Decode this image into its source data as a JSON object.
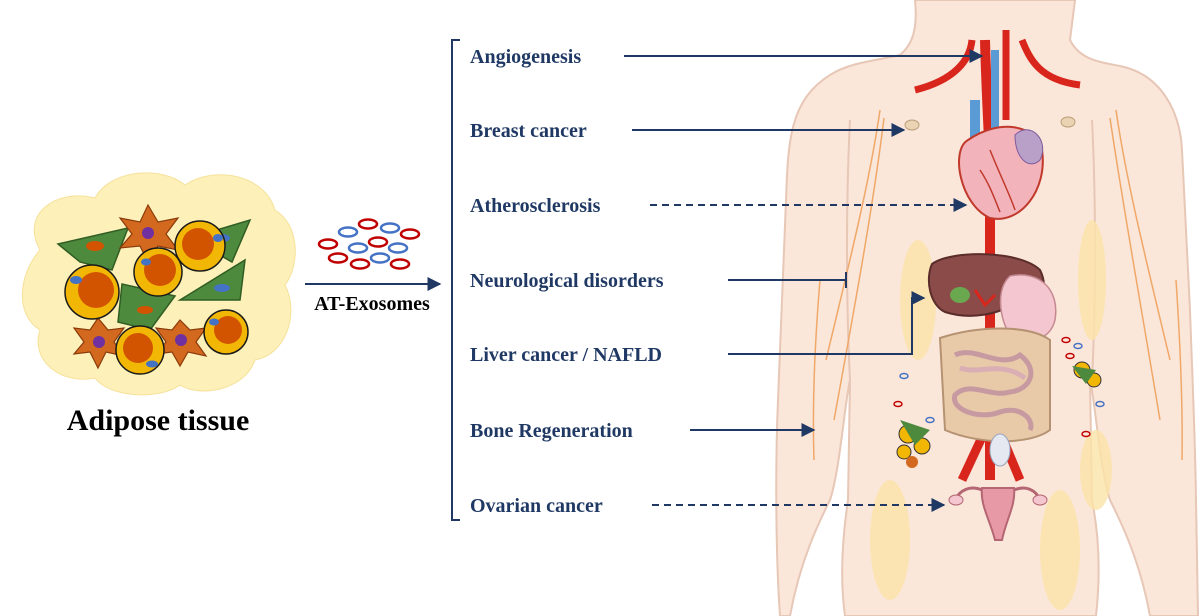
{
  "adipose": {
    "label": "Adipose tissue"
  },
  "transfer": {
    "label": "AT-Exosomes"
  },
  "effects": [
    {
      "label": "Angiogenesis",
      "line": "solid",
      "tip": "arrow",
      "target": "aorta-arch"
    },
    {
      "label": "Breast cancer",
      "line": "solid",
      "tip": "arrow",
      "target": "breast"
    },
    {
      "label": "Atherosclerosis",
      "line": "dashed",
      "tip": "arrow",
      "target": "heart-vessel"
    },
    {
      "label": "Neurological disorders",
      "line": "solid",
      "tip": "bar",
      "target": "arm-nerve"
    },
    {
      "label": "Liver cancer / NAFLD",
      "line": "solid",
      "tip": "arrow",
      "target": "liver"
    },
    {
      "label": "Bone Regeneration",
      "line": "solid",
      "tip": "arrow",
      "target": "forearm-bone"
    },
    {
      "label": "Ovarian cancer",
      "line": "dashed",
      "tip": "arrow",
      "target": "uterus-ovaries"
    }
  ],
  "colors": {
    "text": "#1f3864",
    "arrow": "#1f3864",
    "vessel_artery": "#d9261c",
    "vessel_vein": "#5b9bd5",
    "adipose_blob": "#fdf0b8",
    "adipocyte": "#f2b705",
    "adipocyte_nucleus": "#d35400",
    "stromal_green": "#4e8a3e",
    "stromal_orange": "#d2691e",
    "exosome_red": "#c00000",
    "exosome_blue": "#4472c4",
    "skin": "#fbe6da",
    "skin_outline": "#e7c7b6"
  },
  "icons": [
    "adipose-cluster-icon",
    "exosome-icon",
    "human-body-icon",
    "heart-icon",
    "liver-icon",
    "intestine-icon",
    "uterus-icon"
  ]
}
